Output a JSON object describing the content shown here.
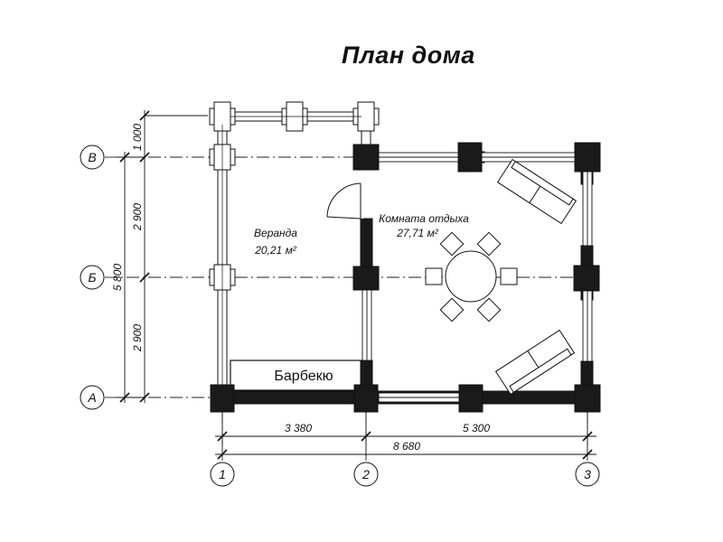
{
  "title": "План дома",
  "rooms": {
    "veranda": {
      "name": "Веранда",
      "area": "20,21 м²"
    },
    "lounge": {
      "name": "Комната отдыха",
      "area": "27,71 м²"
    },
    "bbq": {
      "name": "Барбекю"
    }
  },
  "axes": {
    "rows": [
      "В",
      "Б",
      "А"
    ],
    "cols": [
      "1",
      "2",
      "3"
    ]
  },
  "dimensions": {
    "left": [
      "1 000",
      "2 900",
      "2 900",
      "5 800"
    ],
    "bottom": [
      "3 380",
      "5 300",
      "8 680"
    ]
  },
  "colors": {
    "wall": "#1a1a1a",
    "line": "#111111",
    "background": "#ffffff"
  }
}
